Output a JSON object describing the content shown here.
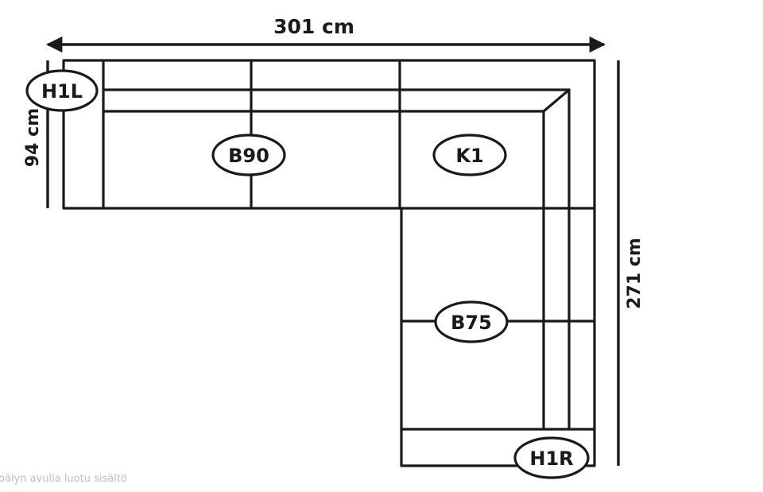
{
  "dimensions": {
    "width": "301 cm",
    "depth": "94 cm",
    "length": "271 cm"
  },
  "modules": [
    {
      "id": "H1L"
    },
    {
      "id": "B90"
    },
    {
      "id": "K1"
    },
    {
      "id": "B75"
    },
    {
      "id": "H1R"
    }
  ],
  "footer_text": "oälyn avulla luotu sisältö"
}
